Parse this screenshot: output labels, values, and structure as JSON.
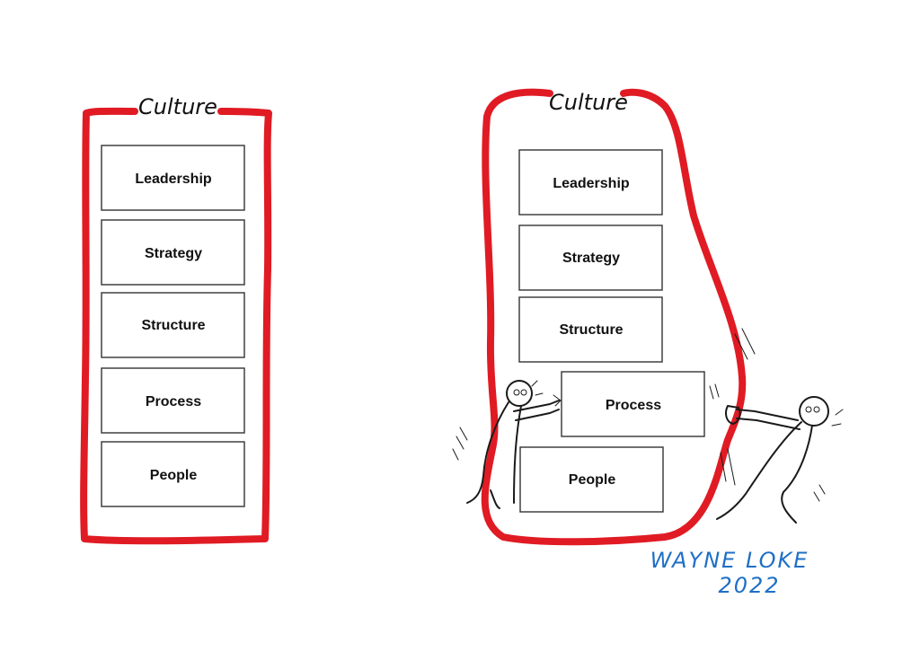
{
  "left_diagram": {
    "culture_label": "Culture",
    "boxes": [
      "Leadership",
      "Strategy",
      "Structure",
      "Process",
      "People"
    ]
  },
  "right_diagram": {
    "culture_label": "Culture",
    "boxes": [
      "Leadership",
      "Strategy",
      "Structure",
      "Process",
      "People"
    ]
  },
  "signature": {
    "name": "WAYNE LOKE",
    "year": "2022"
  },
  "colors": {
    "culture_outline": "#e01b24",
    "signature": "#1f6fc6",
    "ink": "#1a1a1a"
  }
}
